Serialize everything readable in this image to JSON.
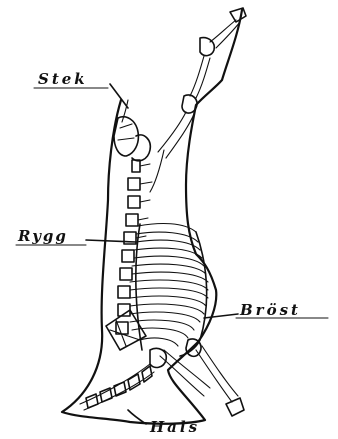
{
  "diagram": {
    "labels": {
      "stek": "Stek",
      "rygg": "Rygg",
      "brost": "Bröst",
      "hals": "Hals"
    }
  }
}
